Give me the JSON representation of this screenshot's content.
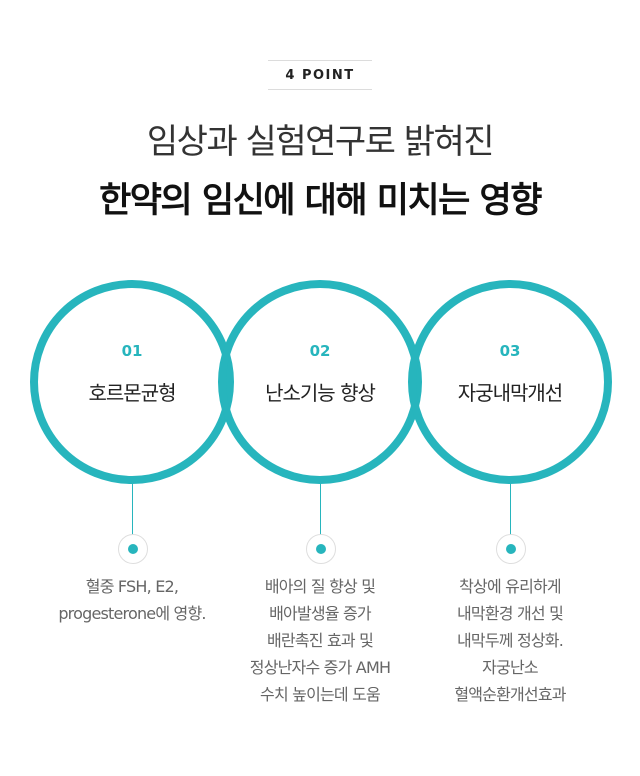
{
  "badge": "4 POINT",
  "title": {
    "line1": "임상과 실험연구로 밝혀진",
    "line2": "한약의 임신에 대해 미치는 영향"
  },
  "accent_color": "#27b5bd",
  "points": [
    {
      "number": "01",
      "label": "호르몬균형",
      "desc": [
        "혈중 FSH, E2,",
        "progesterone에 영향."
      ]
    },
    {
      "number": "02",
      "label": "난소기능 향상",
      "desc": [
        "배아의 질 향상 및",
        "배아발생율 증가",
        "배란촉진 효과 및",
        "정상난자수 증가 AMH",
        "수치 높이는데 도움"
      ]
    },
    {
      "number": "03",
      "label": "자궁내막개선",
      "desc": [
        "착상에 유리하게",
        "내막환경 개선 및",
        "내막두께 정상화.",
        "자궁난소",
        "혈액순환개선효과"
      ]
    }
  ]
}
